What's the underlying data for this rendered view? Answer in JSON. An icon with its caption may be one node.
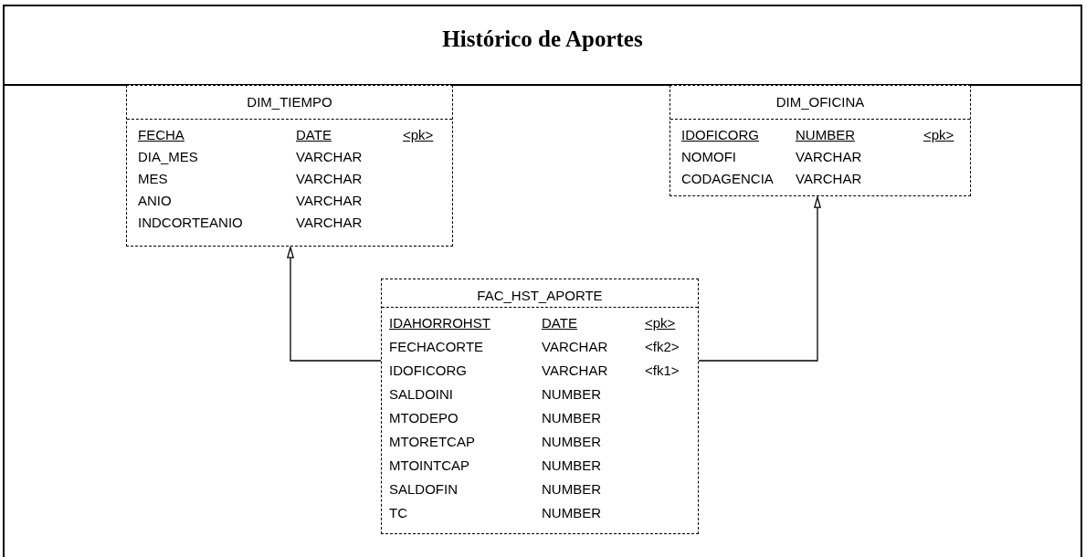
{
  "diagram": {
    "title": "Histórico de Aportes",
    "nodes": [
      {
        "text": [
          "DIM_TIEMPO",
          "FECHA",
          "DATE",
          "<pk>",
          "DIA_MES",
          "VARCHAR",
          "MES",
          "VARCHAR",
          "ANIO",
          "VARCHAR",
          "INDCORTEANIO",
          "VARCHAR"
        ]
      },
      {
        "text": [
          "DIM_OFICINA",
          "IDOFICORG",
          "NUMBER",
          "<pk>",
          "NOMOFI",
          "VARCHAR",
          "CODAGENCIA",
          "VARCHAR"
        ]
      },
      {
        "text": [
          "FAC_HST_APORTE",
          "IDAHORROHST",
          "DATE",
          "<pk>",
          "FECHACORTE",
          "VARCHAR",
          "<fk2>",
          "IDOFICORG",
          "VARCHAR",
          "<fk1>",
          "SALDOINI",
          "NUMBER",
          "MTODEPO",
          "NUMBER",
          "MTORETCAP",
          "NUMBER",
          "MTOINTCAP",
          "NUMBER",
          "SALDOFIN",
          "NUMBER",
          "TC",
          "NUMBER"
        ]
      }
    ],
    "edges": [
      {
        "from": 2,
        "to": 0,
        "arrow": "to"
      },
      {
        "from": 2,
        "to": 1,
        "arrow": "to"
      }
    ]
  }
}
